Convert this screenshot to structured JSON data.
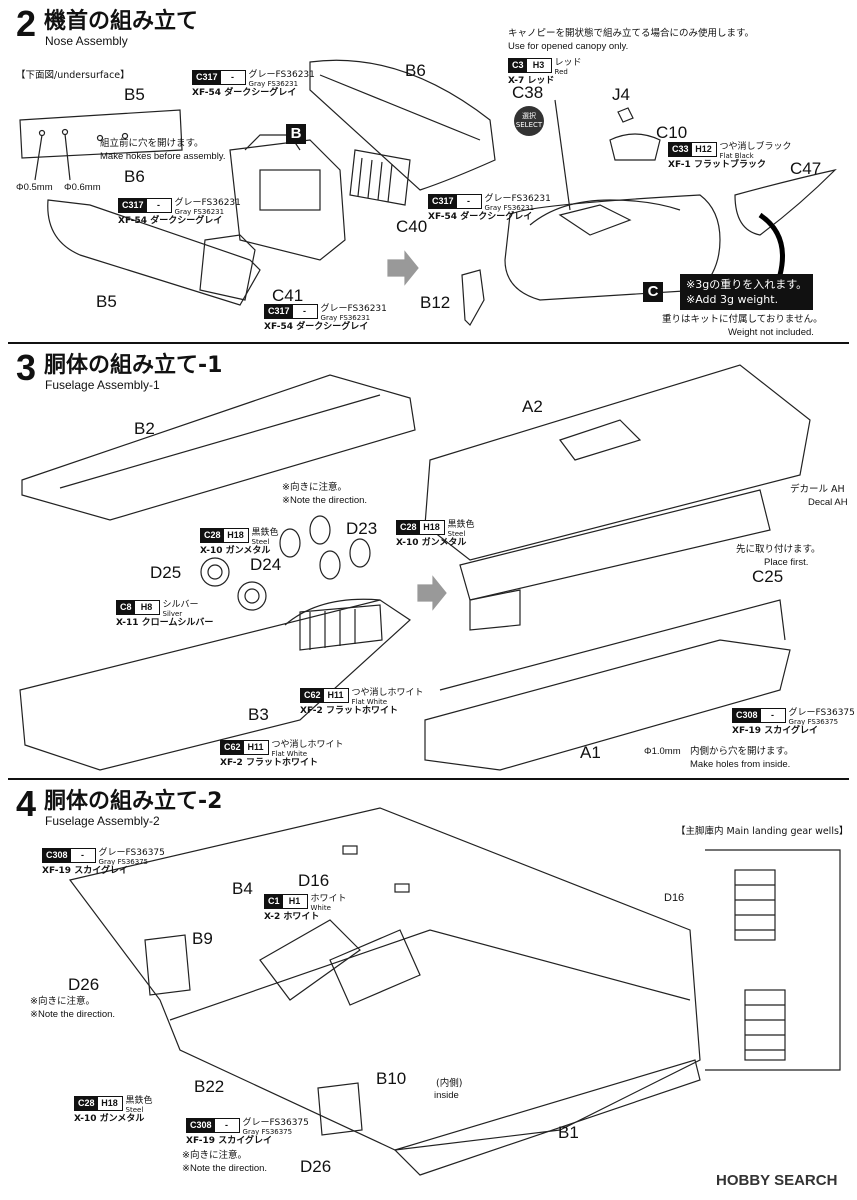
{
  "steps": [
    {
      "number": "2",
      "title_jp": "機首の組み立て",
      "title_en": "Nose Assembly"
    },
    {
      "number": "3",
      "title_jp": "胴体の組み立て-1",
      "title_en": "Fuselage Assembly-1"
    },
    {
      "number": "4",
      "title_jp": "胴体の組み立て-2",
      "title_en": "Fuselage Assembly-2"
    }
  ],
  "step2": {
    "undersurface_label": "【下面図/undersurface】",
    "canopy_note_jp": "キャノピーを開状態で組み立てる場合にのみ使用します。",
    "canopy_note_en": "Use for opened canopy only.",
    "holes_note_jp": "組立前に穴を開けます。",
    "holes_note_en": "Make hokes before assembly.",
    "hole_size_a": "Φ0.5mm",
    "hole_size_b": "Φ0.6mm",
    "weight_line1": "※3gの重りを入れます。",
    "weight_line2": "※Add 3g weight.",
    "weight_note_jp": "重りはキットに付属しておりません。",
    "weight_note_en": "Weight not included.",
    "select_jp": "選択",
    "select_en": "SELECT",
    "sub_b": "B",
    "sub_c": "C",
    "parts": [
      "B5",
      "B6",
      "B6",
      "B5",
      "C38",
      "J4",
      "C10",
      "C47",
      "C40",
      "C41",
      "B12"
    ]
  },
  "step3": {
    "direction_jp": "※向きに注意。",
    "direction_en": "※Note the direction.",
    "decal_jp": "デカール AH",
    "decal_en": "Decal AH",
    "place_first_jp": "先に取り付けます。",
    "place_first_en": "Place first.",
    "hole_size": "Φ1.0mm",
    "inside_holes_jp": "内側から穴を開けます。",
    "inside_holes_en": "Make holes from inside.",
    "parts": [
      "B2",
      "A2",
      "D23",
      "D25",
      "D24",
      "C25",
      "B3",
      "A1"
    ]
  },
  "step4": {
    "wells_label": "【主脚庫内 Main landing gear wells】",
    "direction_jp": "※向きに注意。",
    "direction_en": "※Note the direction.",
    "inside_jp": "(内側)",
    "inside_en": "inside",
    "parts": [
      "B4",
      "D16",
      "B9",
      "D26",
      "B22",
      "B10",
      "B1",
      "D26",
      "D16"
    ]
  },
  "paints": [
    {
      "code": "C317",
      "h": "-",
      "jp": "グレーFS36231",
      "en": "Gray FS36231",
      "xf": "XF-54 ダークシーグレイ"
    },
    {
      "code": "C3",
      "h": "H3",
      "jp": "レッド",
      "en": "Red",
      "xf": "X-7 レッド"
    },
    {
      "code": "C33",
      "h": "H12",
      "jp": "つや消しブラック",
      "en": "Flat Black",
      "xf": "XF-1 フラットブラック"
    },
    {
      "code": "C317",
      "h": "-",
      "jp": "グレーFS36231",
      "en": "Gray FS36231",
      "xf": "XF-54 ダークシーグレイ"
    },
    {
      "code": "C317",
      "h": "-",
      "jp": "グレーFS36231",
      "en": "Gray FS36231",
      "xf": "XF-54 ダークシーグレイ"
    },
    {
      "code": "C317",
      "h": "-",
      "jp": "グレーFS36231",
      "en": "Gray FS36231",
      "xf": "XF-54 ダークシーグレイ"
    },
    {
      "code": "C28",
      "h": "H18",
      "jp": "黒鉄色",
      "en": "Steel",
      "xf": "X-10 ガンメタル"
    },
    {
      "code": "C8",
      "h": "H8",
      "jp": "シルバー",
      "en": "Silver",
      "xf": "X-11 クロームシルバー"
    },
    {
      "code": "C62",
      "h": "H11",
      "jp": "つや消しホワイト",
      "en": "Flat White",
      "xf": "XF-2 フラットホワイト"
    },
    {
      "code": "C62",
      "h": "H11",
      "jp": "つや消しホワイト",
      "en": "Flat White",
      "xf": "XF-2 フラットホワイト"
    },
    {
      "code": "C28",
      "h": "H18",
      "jp": "黒鉄色",
      "en": "Steel",
      "xf": "X-10 ガンメタル"
    },
    {
      "code": "C308",
      "h": "-",
      "jp": "グレーFS36375",
      "en": "Gray FS36375",
      "xf": "XF-19 スカイグレイ"
    },
    {
      "code": "C308",
      "h": "-",
      "jp": "グレーFS36375",
      "en": "Gray FS36375",
      "xf": "XF-19 スカイグレイ"
    },
    {
      "code": "C1",
      "h": "H1",
      "jp": "ホワイト",
      "en": "White",
      "xf": "X-2 ホワイト"
    },
    {
      "code": "C28",
      "h": "H18",
      "jp": "黒鉄色",
      "en": "Steel",
      "xf": "X-10 ガンメタル"
    },
    {
      "code": "C308",
      "h": "-",
      "jp": "グレーFS36375",
      "en": "Gray FS36375",
      "xf": "XF-19 スカイグレイ"
    }
  ],
  "watermark": "HOBBY SEARCH"
}
